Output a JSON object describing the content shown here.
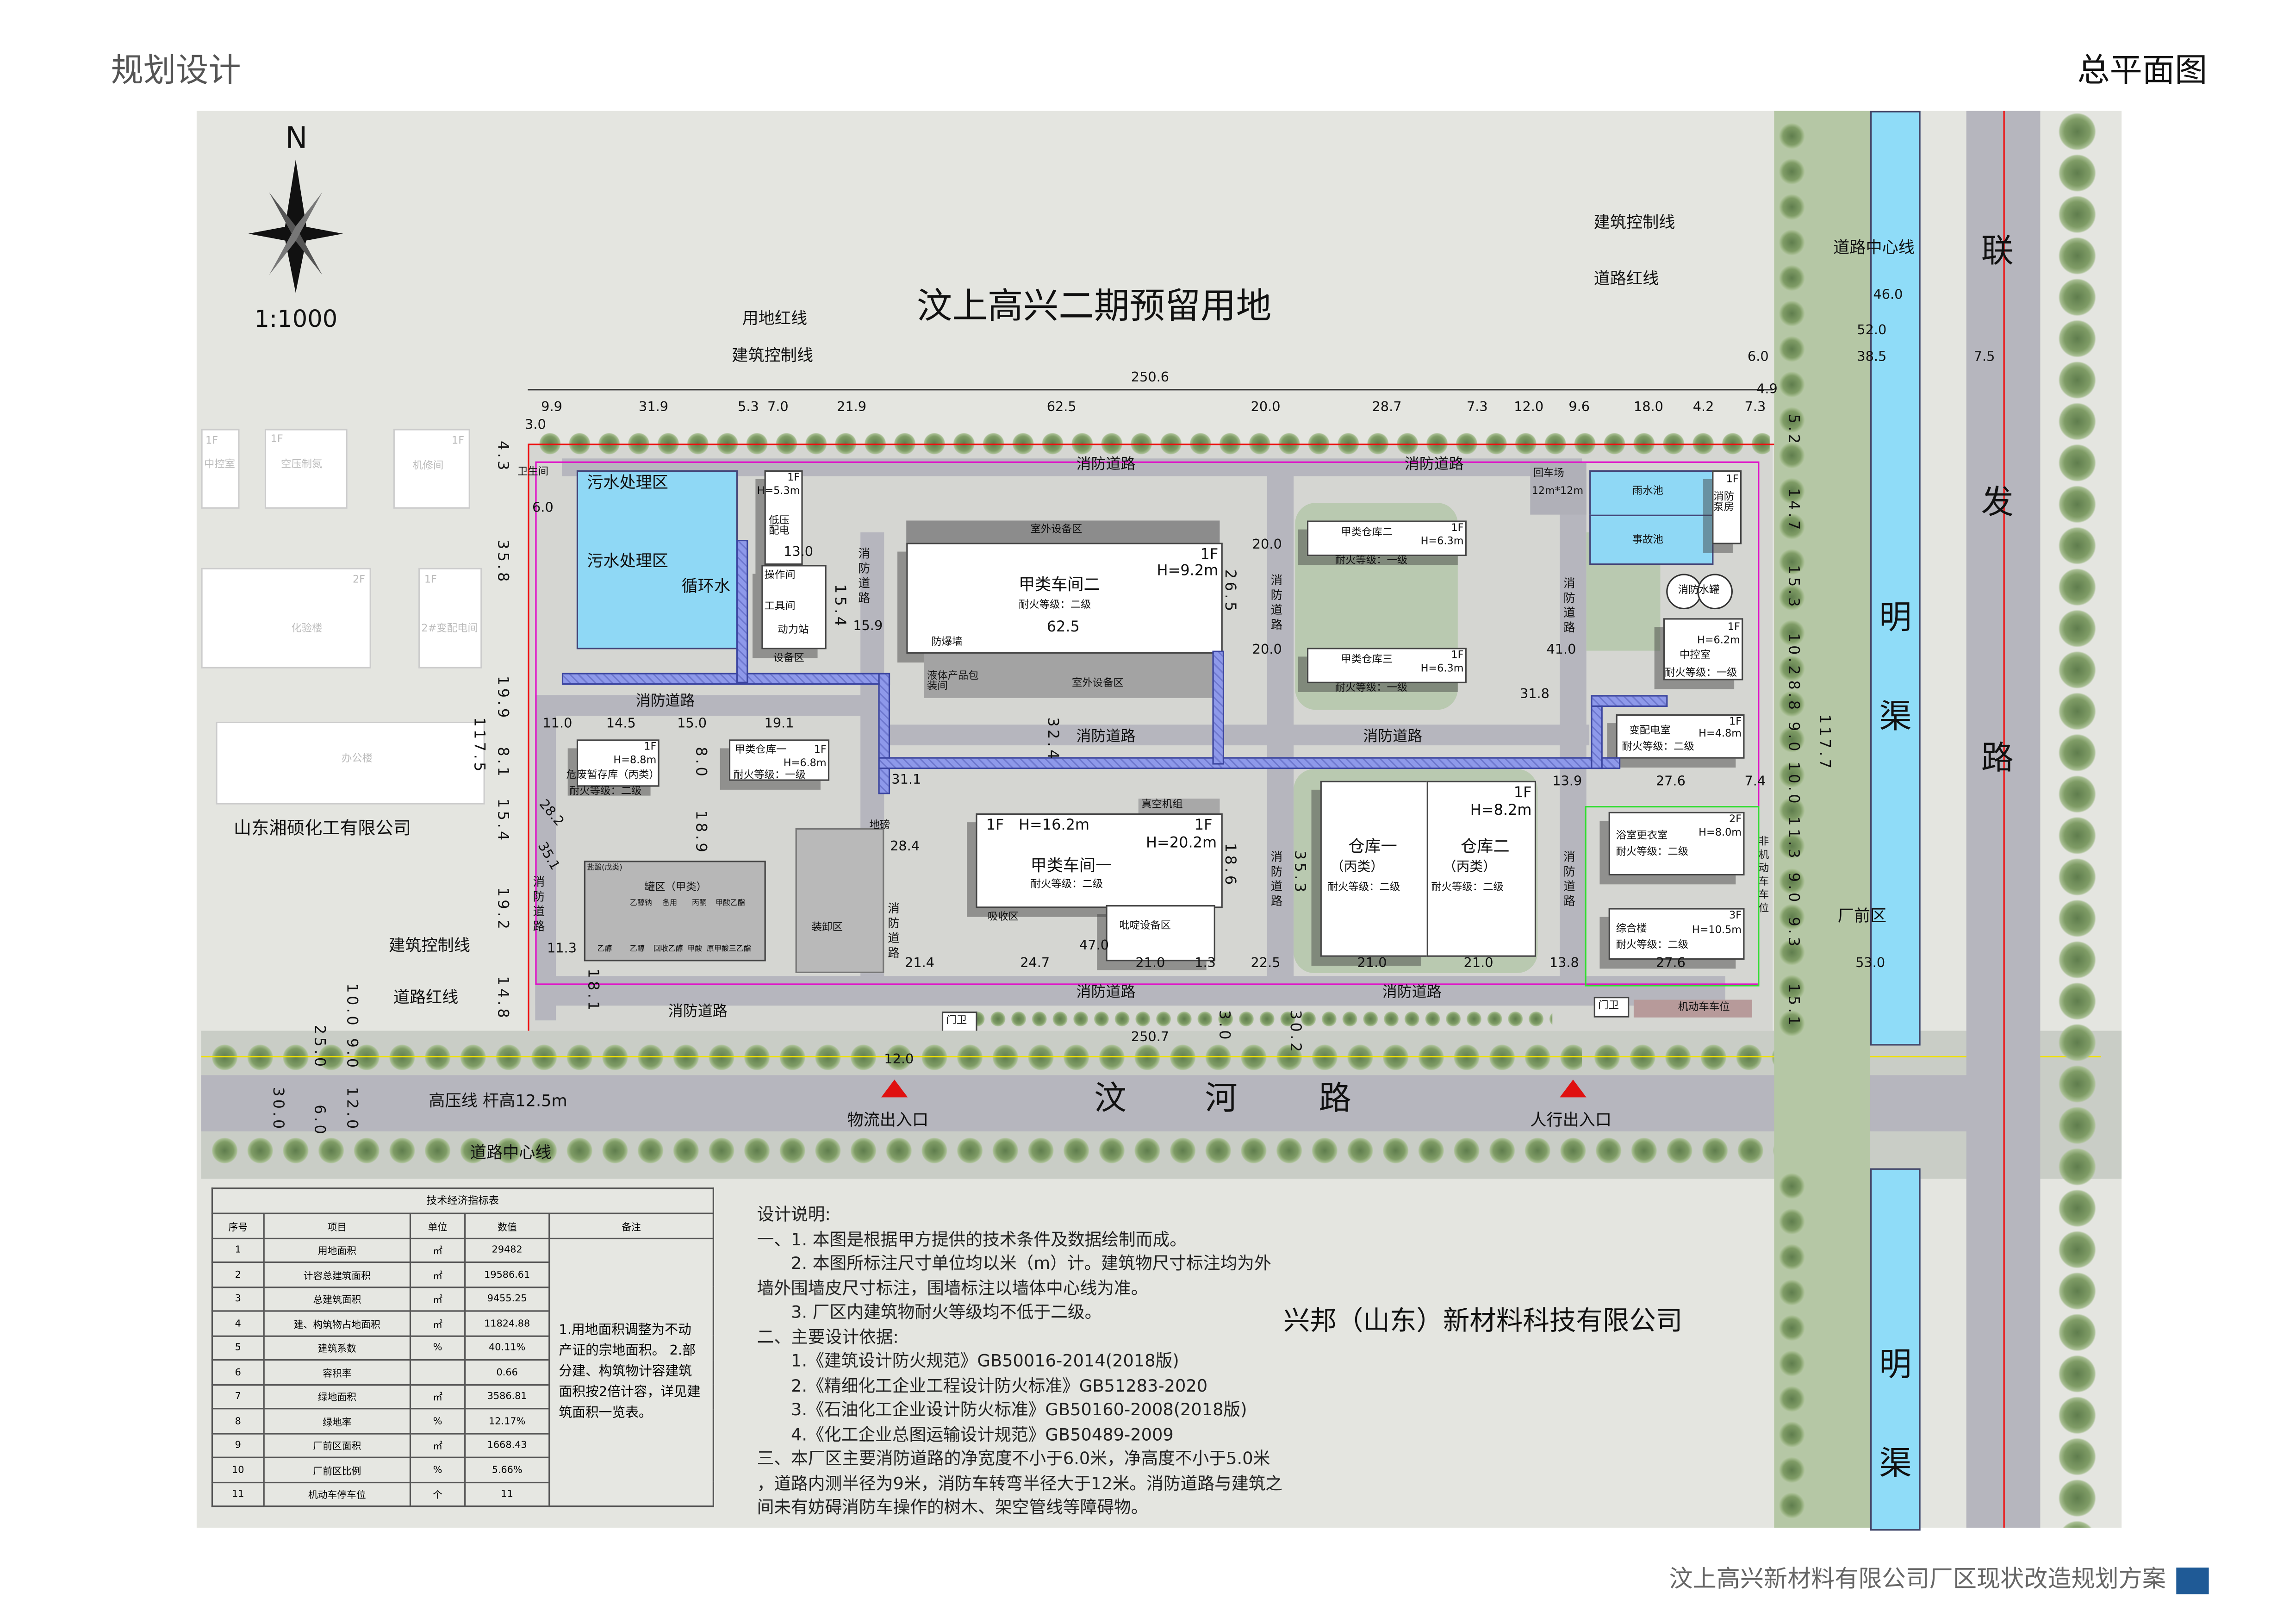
{
  "header": {
    "left_title": "规划设计",
    "right_title": "总平面图"
  },
  "footer": {
    "project_title": "汶上高兴新材料有限公司厂区现状改造规划方案",
    "accent_color": "#1f5a96"
  },
  "north": {
    "letter": "N",
    "scale": "1:1000"
  },
  "plan_title": "汶上高兴二期预留用地",
  "company": "兴邦（山东）新材料科技有限公司",
  "neighbor": {
    "name": "山东湘硕化工有限公司",
    "buildings": [
      {
        "floors": "1F",
        "name": "中控室"
      },
      {
        "floors": "1F",
        "name": "空压制氮"
      },
      {
        "floors": "1F",
        "name": "机修间"
      },
      {
        "floors": "2F",
        "name": "化验楼"
      },
      {
        "floors": "1F",
        "name": "2#变配电间"
      },
      {
        "floors": "",
        "name": "办公楼"
      }
    ]
  },
  "roads": {
    "south": [
      "汶",
      "河",
      "路"
    ],
    "east": [
      "联",
      "发",
      "路"
    ],
    "canal": [
      "明",
      "渠"
    ],
    "fire_road": "消防道路",
    "fire_road_vertical": "消防道路"
  },
  "annotations": {
    "land_red_line": "用地红线",
    "building_control_line": "建筑控制线",
    "road_red_line": "道路红线",
    "road_center_line": "道路中心线",
    "hv_line": "高压线  杆高12.5m",
    "logistics_gate": "物流出入口",
    "pedestrian_gate": "人行出入口",
    "front_area": "厂前区",
    "turnaround": "回车场",
    "turnaround_size": "12m*12m",
    "blast_wall": "防爆墙",
    "weighbridge": "地磅",
    "toilet": "卫生间",
    "parking_bike": "非机动车车位",
    "parking_car": "机动车车位",
    "gate": "门卫"
  },
  "buildings": {
    "sewage1": "污水处理区",
    "sewage2": "污水处理区",
    "circulating": "循环水",
    "lowvolt": {
      "floors": "1F",
      "height": "H=5.3m",
      "name": "低压配电"
    },
    "operation": "操作间",
    "tool": "工具间",
    "power": "动力站",
    "equipment": "设备区",
    "workshop2": {
      "name": "甲类车间二",
      "floors": "1F",
      "height": "H=9.2m",
      "fire": "耐火等级：二级",
      "length": "62.5"
    },
    "outdoor_eq": "室外设备区",
    "liquid_pack": "液体产品包装间",
    "wh2": {
      "name": "甲类仓库二",
      "floors": "1F",
      "height": "H=6.3m",
      "fire": "耐火等级：一级"
    },
    "wh3": {
      "name": "甲类仓库三",
      "floors": "1F",
      "height": "H=6.3m",
      "fire": "耐火等级：一级"
    },
    "rain_pool": "雨水池",
    "accident_pool": "事故池",
    "fire_pump": {
      "floors": "1F",
      "name": "消防泵房"
    },
    "fire_tank": "消防水罐",
    "control": {
      "floors": "1F",
      "height": "H=6.2m",
      "name": "中控室",
      "fire": "耐火等级：一级"
    },
    "substation": {
      "name": "变配电室",
      "floors": "1F",
      "height": "H=4.8m",
      "fire": "耐火等级：二级"
    },
    "hazwaste": {
      "name": "危废暂存库（丙类）",
      "floors": "1F",
      "height": "H=8.8m",
      "fire": "耐火等级：二级"
    },
    "wh1": {
      "name": "甲类仓库一",
      "floors": "1F",
      "height": "H=6.8m",
      "fire": "耐火等级：一级"
    },
    "workshop1": {
      "name": "甲类车间一",
      "floors": "1F",
      "height": "H=16.2m",
      "floors2": "1F",
      "height2": "H=20.2m",
      "fire": "耐火等级：二级"
    },
    "vacuum": "真空机组",
    "absorb": "吸收区",
    "pyridine": "吡啶设备区",
    "tank_farm": "罐区（甲类）",
    "tanks": [
      "盐酸(戊类)",
      "乙醇钠",
      "备用",
      "丙酮",
      "甲酸乙酯",
      "乙醇",
      "乙醇",
      "回收乙醇",
      "甲酸",
      "原甲酸三乙酯"
    ],
    "loading": "装卸区",
    "storeA": {
      "name": "仓库一",
      "cls": "（丙类）",
      "fire": "耐火等级：二级"
    },
    "storeB": {
      "name": "仓库二",
      "cls": "（丙类）",
      "fire": "耐火等级：二级",
      "floors": "1F",
      "height": "H=8.2m"
    },
    "bath": {
      "name": "浴室更衣室",
      "floors": "2F",
      "height": "H=8.0m",
      "fire": "耐火等级：二级"
    },
    "office": {
      "name": "综合楼",
      "floors": "3F",
      "height": "H=10.5m",
      "fire": "耐火等级：二级"
    }
  },
  "dims": {
    "top": [
      "9.9",
      "31.9",
      "5.3",
      "7.0",
      "21.9",
      "62.5",
      "20.0",
      "28.7",
      "7.3",
      "12.0",
      "9.6",
      "18.0",
      "4.2",
      "7.3",
      "4.9"
    ],
    "overall_top": "250.6",
    "overall_bottom": "250.7",
    "road_widths": [
      "46.0",
      "52.0",
      "38.5",
      "6.0",
      "7.5"
    ],
    "left": [
      "4.3",
      "35.8",
      "19.9",
      "8.1",
      "15.4",
      "19.2",
      "14.8",
      "117.5"
    ],
    "right": [
      "5.2",
      "14.7",
      "15.3",
      "10.2",
      "8.8",
      "9.0",
      "10.0",
      "11.3",
      "9.0",
      "9.3",
      "15.1",
      "117.7"
    ],
    "south_road": [
      "10.0",
      "25.0",
      "9.0",
      "12.0",
      "6.0",
      "30.0",
      "12.0",
      "3.0",
      "30.2"
    ],
    "bottom": [
      "21.4",
      "24.7",
      "21.0",
      "1.3",
      "22.5",
      "21.0",
      "21.0",
      "13.8",
      "27.6",
      "53.0"
    ],
    "interior": [
      "6.0",
      "3.0",
      "13.0",
      "15.4",
      "15.9",
      "26.5",
      "20.0",
      "20.0",
      "41.0",
      "31.8",
      "32.4",
      "11.0",
      "14.5",
      "15.0",
      "19.1",
      "8.0",
      "18.9",
      "31.1",
      "28.4",
      "47.0",
      "18.6",
      "35.3",
      "13.9",
      "27.6",
      "7.4",
      "11.3",
      "18.1",
      "28.2",
      "35.1"
    ]
  },
  "tech_table": {
    "title": "技术经济指标表",
    "headers": [
      "序号",
      "项目",
      "单位",
      "数值",
      "备注"
    ],
    "rows": [
      [
        "1",
        "用地面积",
        "㎡",
        "29482"
      ],
      [
        "2",
        "计容总建筑面积",
        "㎡",
        "19586.61"
      ],
      [
        "3",
        "总建筑面积",
        "㎡",
        "9455.25"
      ],
      [
        "4",
        "建、构筑物占地面积",
        "㎡",
        "11824.88"
      ],
      [
        "5",
        "建筑系数",
        "%",
        "40.11%"
      ],
      [
        "6",
        "容积率",
        "",
        "0.66"
      ],
      [
        "7",
        "绿地面积",
        "㎡",
        "3586.81"
      ],
      [
        "8",
        "绿地率",
        "%",
        "12.17%"
      ],
      [
        "9",
        "厂前区面积",
        "㎡",
        "1668.43"
      ],
      [
        "10",
        "厂前区比例",
        "%",
        "5.66%"
      ],
      [
        "11",
        "机动车停车位",
        "个",
        "11"
      ]
    ],
    "remark": "1.用地面积调整为不动产证的宗地面积。 2.部分建、构筑物计容建筑面积按2倍计容，详见建筑面积一览表。"
  },
  "notes": [
    "设计说明:",
    "一、1. 本图是根据甲方提供的技术条件及数据绘制而成。",
    "　　2. 本图所标注尺寸单位均以米（m）计。建筑物尺寸标注均为外",
    "墙外围墙皮尺寸标注，围墙标注以墙体中心线为准。",
    "　　3. 厂区内建筑物耐火等级均不低于二级。",
    "二、主要设计依据:",
    "　　1.《建筑设计防火规范》GB50016-2014(2018版)",
    "　　2.《精细化工企业工程设计防火标准》GB51283-2020",
    "　　3.《石油化工企业设计防火标准》GB50160-2008(2018版)",
    "　　4.《化工企业总图运输设计规范》GB50489-2009",
    "三、本厂区主要消防道路的净宽度不小于6.0米，净高度不小于5.0米",
    "，道路内测半径为9米，消防车转弯半径大于12米。消防道路与建筑之",
    "间未有妨碍消防车操作的树木、架空管线等障碍物。"
  ]
}
